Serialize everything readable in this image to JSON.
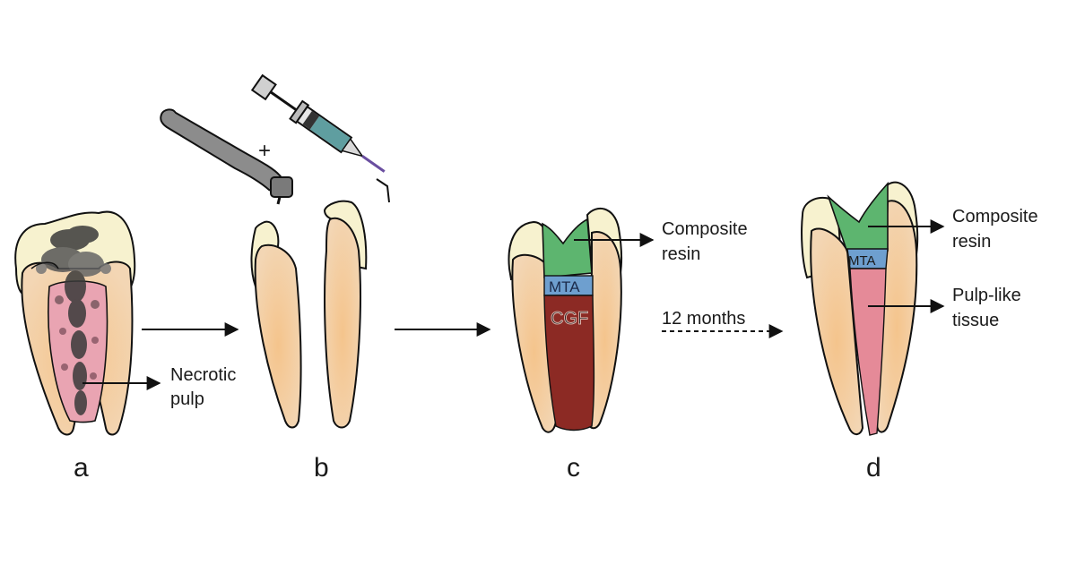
{
  "panels": {
    "a": {
      "letter": "a",
      "pulp_label_line1": "Necrotic",
      "pulp_label_line2": "pulp"
    },
    "b": {
      "letter": "b",
      "plus": "+"
    },
    "c": {
      "letter": "c",
      "resin_label_line1": "Composite",
      "resin_label_line2": "resin",
      "mta_text": "MTA",
      "cgf_text": "CGF"
    },
    "d": {
      "letter": "d",
      "resin_label_line1": "Composite",
      "resin_label_line2": "resin",
      "mta_text": "MTA",
      "tissue_label_line1": "Pulp-like",
      "tissue_label_line2": "tissue"
    }
  },
  "transition_c_to_d": "12 months",
  "colors": {
    "enamel": "#f7f2cf",
    "dentin": "#efc89a",
    "resin": "#5db56f",
    "mta": "#6e9fcf",
    "cgf": "#8c2a24",
    "pulp_like": "#e58a98",
    "necrotic": "#3a3a3a"
  }
}
